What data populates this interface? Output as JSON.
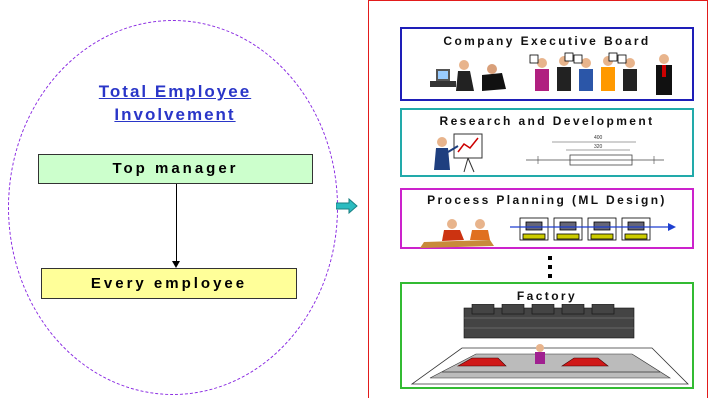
{
  "left": {
    "title_line1": "Total Employee",
    "title_line2": "Involvement",
    "top_box": "Top manager",
    "bottom_box": "Every employee"
  },
  "right": {
    "executive_label": "Company Executive Board",
    "rd_label": "Research and Development",
    "pp_label": "Process Planning (ML Design)",
    "factory_label": "Factory",
    "dim_400": "400",
    "dim_320": "320",
    "dots": "⋮"
  },
  "colors": {
    "ellipse": "#8a2be2",
    "title": "#2a36c8",
    "top_box_fill": "#ccffcc",
    "bottom_box_fill": "#ffff99",
    "panel_border": "#e21b1b",
    "exec_border": "#1e1eb8",
    "rd_border": "#22aaaa",
    "pp_border": "#cc22cc",
    "factory_border": "#33bb33",
    "connector_arrow": "#2bbcc0"
  }
}
